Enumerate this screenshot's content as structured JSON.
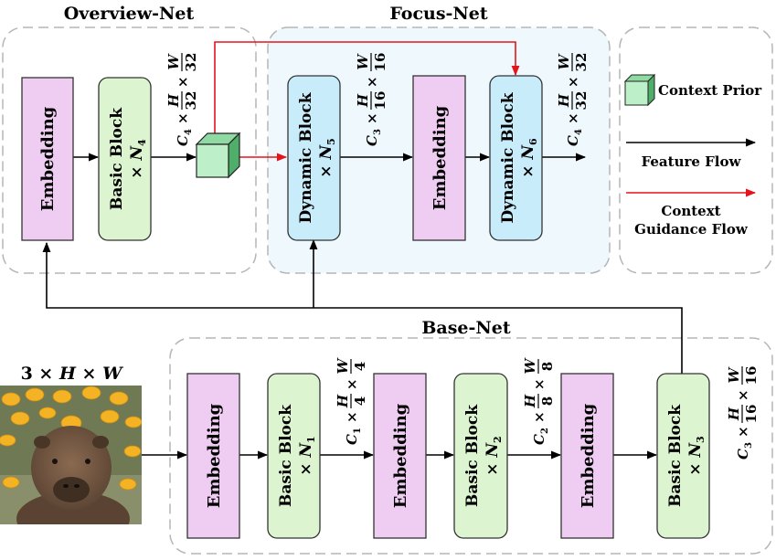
{
  "panels": {
    "overview_title": "Overview-Net",
    "focus_title": "Focus-Net",
    "base_title": "Base-Net"
  },
  "input": {
    "label_3": "3 × ",
    "label_H": "H",
    "label_x": " × ",
    "label_W": "W",
    "photo_icon": "capybara-photo"
  },
  "blocks": {
    "embedding": "Embedding",
    "basic_block": "Basic Block",
    "dynamic_block": "Dynamic Block",
    "times": "× ",
    "N": "N",
    "n1": "1",
    "n2": "2",
    "n3": "3",
    "n4": "4",
    "n5": "5",
    "n6": "6"
  },
  "dims": {
    "C": "C",
    "H": "H",
    "W": "W",
    "times": " × ",
    "c1": "1",
    "c2": "2",
    "c3": "3",
    "c4": "4",
    "d4": "4",
    "d8": "8",
    "d16": "16",
    "d32": "32"
  },
  "legend": {
    "context_prior": "Context Prior",
    "feature_flow": "Feature Flow",
    "context_guidance_line1": "Context",
    "context_guidance_line2": "Guidance Flow"
  },
  "colors": {
    "embedding_fill": "#efcdf2",
    "basic_fill": "#dcf5d0",
    "dynamic_fill": "#c9ecfb",
    "focus_bg": "#eef8fd",
    "prior_front": "#bdf0c8",
    "prior_top": "#8fd9a3",
    "prior_side": "#4fae6a",
    "guidance_red": "#e5141b",
    "panel_dash": "#b5b5b5"
  }
}
